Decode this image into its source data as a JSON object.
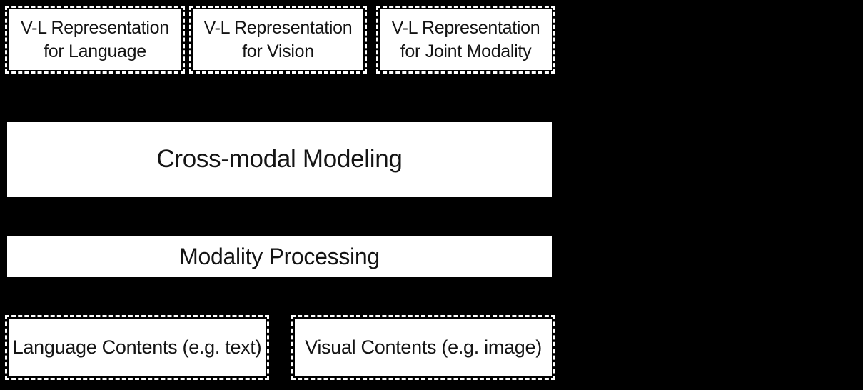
{
  "diagram": {
    "background_color": "#000000",
    "box_fill_color": "#ffffff",
    "box_border_style": "white-dashed",
    "text_color": "#141414",
    "top_row": [
      {
        "line1": "V-L Representation",
        "line2": "for Language"
      },
      {
        "line1": "V-L Representation",
        "line2": "for Vision"
      },
      {
        "line1": "V-L Representation",
        "line2": "for Joint Modality"
      }
    ],
    "middle": {
      "cross_modal_label": "Cross-modal Modeling",
      "modality_processing_label": "Modality Processing"
    },
    "bottom_row": [
      {
        "label": "Language Contents (e.g. text)"
      },
      {
        "label": "Visual Contents (e.g. image)"
      }
    ]
  }
}
